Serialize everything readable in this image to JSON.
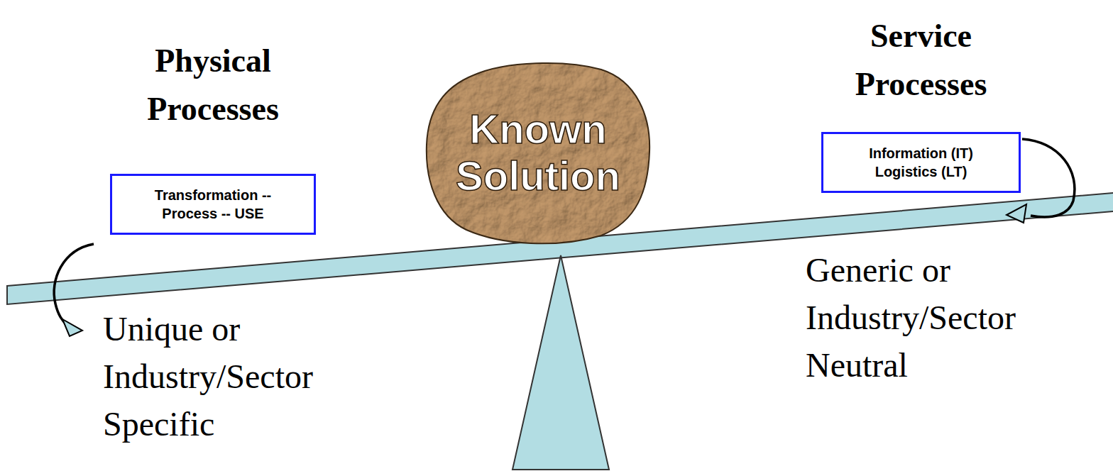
{
  "diagram": {
    "nodes": [
      {
        "text": [
          "Physical Processes",
          "Transformation -- Process -- USE"
        ]
      },
      {
        "text": [
          "Known Solution"
        ]
      },
      {
        "text": [
          "Service Processes",
          "Information (IT) Logistics (LT)"
        ]
      }
    ],
    "labels": [
      "Unique or Industry/Sector Specific",
      "Generic or Industry/Sector Neutral"
    ]
  }
}
